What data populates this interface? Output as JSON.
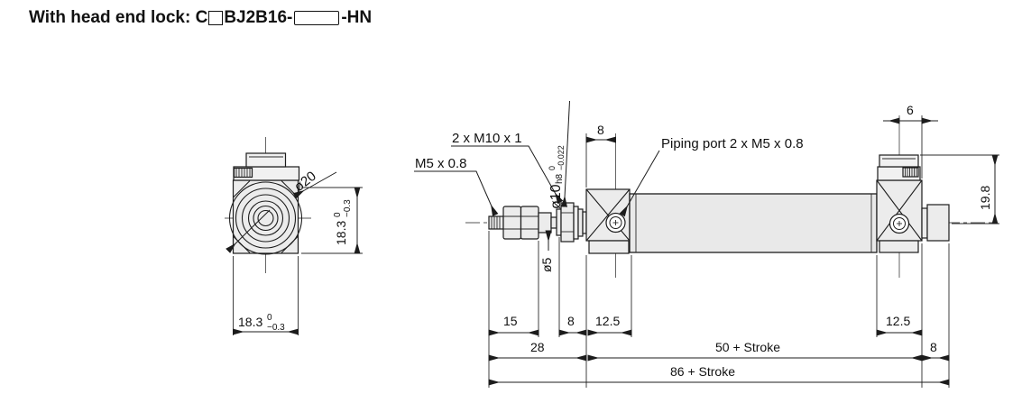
{
  "title": {
    "prefix": "With head end lock: ",
    "code_before_box": "C",
    "code_mid": "BJ2B16-",
    "code_suffix": "-HN"
  },
  "end_view": {
    "dia_label": "ø20",
    "height_dim": {
      "value": "18.3",
      "tol_upper": "0",
      "tol_lower": "−0.3"
    },
    "width_dim": {
      "value": "18.3",
      "tol_upper": "0",
      "tol_lower": "−0.3"
    }
  },
  "side_view": {
    "rod_thread_label": "M5 x 0.8",
    "nut_label": "2 x M10 x 1",
    "rod_dia_label": {
      "main": "ø10",
      "fit": "h8",
      "tol_upper": "0",
      "tol_lower": "−0.022"
    },
    "piston_rod_label": "ø5",
    "piping_port_label": "Piping port 2 x M5 x 0.8",
    "dims": {
      "port_offset": "8",
      "head_port_offset": "6",
      "head_height": "19.8",
      "rod_end": "15",
      "rod_gap": "8",
      "rod_cover_w": "12.5",
      "head_cover_w": "12.5",
      "rod_total": "28",
      "body_len": "50 + Stroke",
      "plug_len": "8",
      "overall_len": "86 + Stroke"
    }
  }
}
